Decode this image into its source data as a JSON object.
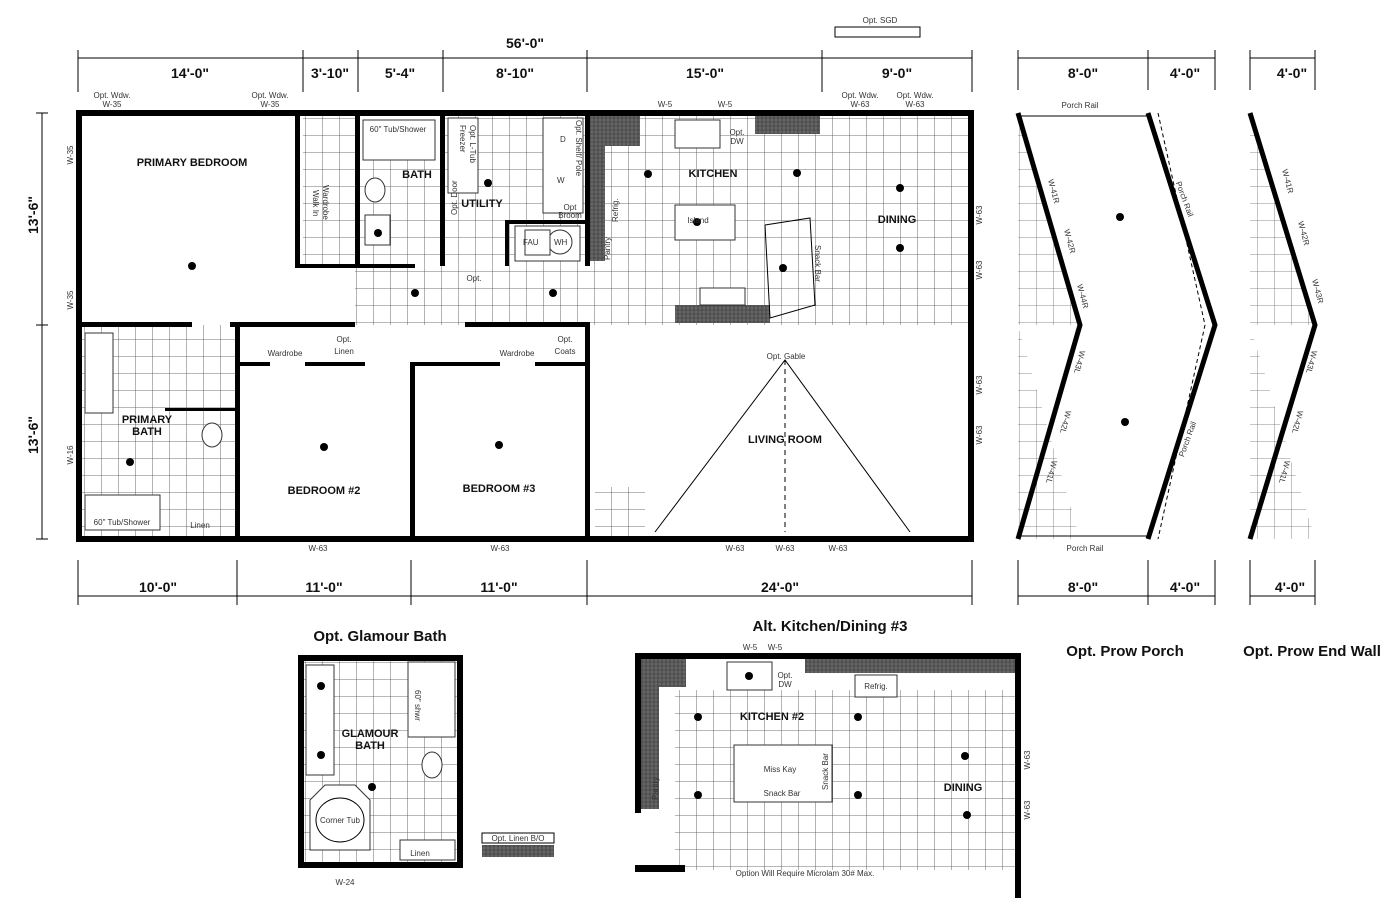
{
  "top_dims": {
    "overall": "56'-0\"",
    "segments": [
      "14'-0\"",
      "3'-10\"",
      "5'-4\"",
      "8'-10\"",
      "15'-0\"",
      "9'-0\""
    ]
  },
  "bottom_dims": [
    "10'-0\"",
    "11'-0\"",
    "11'-0\"",
    "24'-0\""
  ],
  "side_dims": [
    "13'-6\"",
    "13'-6\""
  ],
  "opt_sgd": "Opt. SGD",
  "rooms": {
    "primary_bedroom": "PRIMARY BEDROOM",
    "bath": "BATH",
    "utility": "UTILITY",
    "kitchen": "KITCHEN",
    "dining": "DINING",
    "primary_bath_1": "PRIMARY",
    "primary_bath_2": "BATH",
    "bedroom2": "BEDROOM #2",
    "bedroom3": "BEDROOM #3",
    "living_room": "LIVING ROOM"
  },
  "labels": {
    "tub_shower": "60\" Tub/Shower",
    "walk_in_1": "Walk In",
    "walk_in_2": "Wardrobe",
    "freezer": "Freezer",
    "opt_l_tub": "Opt. L-Tub",
    "opt_door": "Opt. Door",
    "d": "D",
    "w": "W",
    "opt_shelf": "Opt. Shelf/ Pole",
    "opt_broom_1": "Opt",
    "opt_broom_2": "Broom",
    "fau": "FAU",
    "wh": "WH",
    "opt": "Opt.",
    "refrig": "Refrig.",
    "pantry": "Pantry",
    "island": "Island",
    "opt_dw_1": "Opt.",
    "opt_dw_2": "DW",
    "snack_bar": "Snack Bar",
    "wardrobe": "Wardrobe",
    "opt_linen_1": "Opt.",
    "opt_linen_2": "Linen",
    "opt_coats_1": "Opt.",
    "opt_coats_2": "Coats",
    "opt_gable": "Opt. Gable",
    "linen": "Linen",
    "tub_shower_2": "60\" Tub/Shower"
  },
  "windows": {
    "opt_wdw": "Opt. Wdw.",
    "w35": "W-35",
    "w5": "W-5",
    "w63": "W-63",
    "w16": "W-16",
    "w24": "W-24"
  },
  "porch": {
    "title": "Opt. Prow Porch",
    "rail": "Porch Rail",
    "dims_top": [
      "8'-0\"",
      "4'-0\""
    ],
    "dims_bottom": [
      "8'-0\"",
      "4'-0\""
    ],
    "windows": [
      "W-41R",
      "W-42R",
      "W-44R",
      "W-43L",
      "W-42L",
      "W-41L"
    ]
  },
  "end_wall": {
    "title": "Opt. Prow End Wall",
    "dim_top": "4'-0\"",
    "dim_bottom": "4'-0\"",
    "windows": [
      "W-41R",
      "W-42R",
      "W-43R",
      "W-43L",
      "W-42L",
      "W-41L"
    ]
  },
  "glamour": {
    "title": "Opt. Glamour Bath",
    "room_1": "GLAMOUR",
    "room_2": "BATH",
    "corner_tub": "Corner Tub",
    "shower": "60\" shwr",
    "linen": "Linen",
    "opt_linen_bo": "Opt. Linen B/O",
    "window": "W-24"
  },
  "alt_kitchen": {
    "title": "Alt. Kitchen/Dining #3",
    "kitchen": "KITCHEN #2",
    "dining": "DINING",
    "island_1": "Miss Kay",
    "island_2": "Snack Bar",
    "snack_bar": "Snack Bar",
    "refrig": "Refrig.",
    "pantry": "Pantry",
    "opt_dw_1": "Opt.",
    "opt_dw_2": "DW",
    "note": "Option Will Require Microlam 30# Max.",
    "windows": [
      "W-5",
      "W-5",
      "W-63",
      "W-63"
    ]
  }
}
